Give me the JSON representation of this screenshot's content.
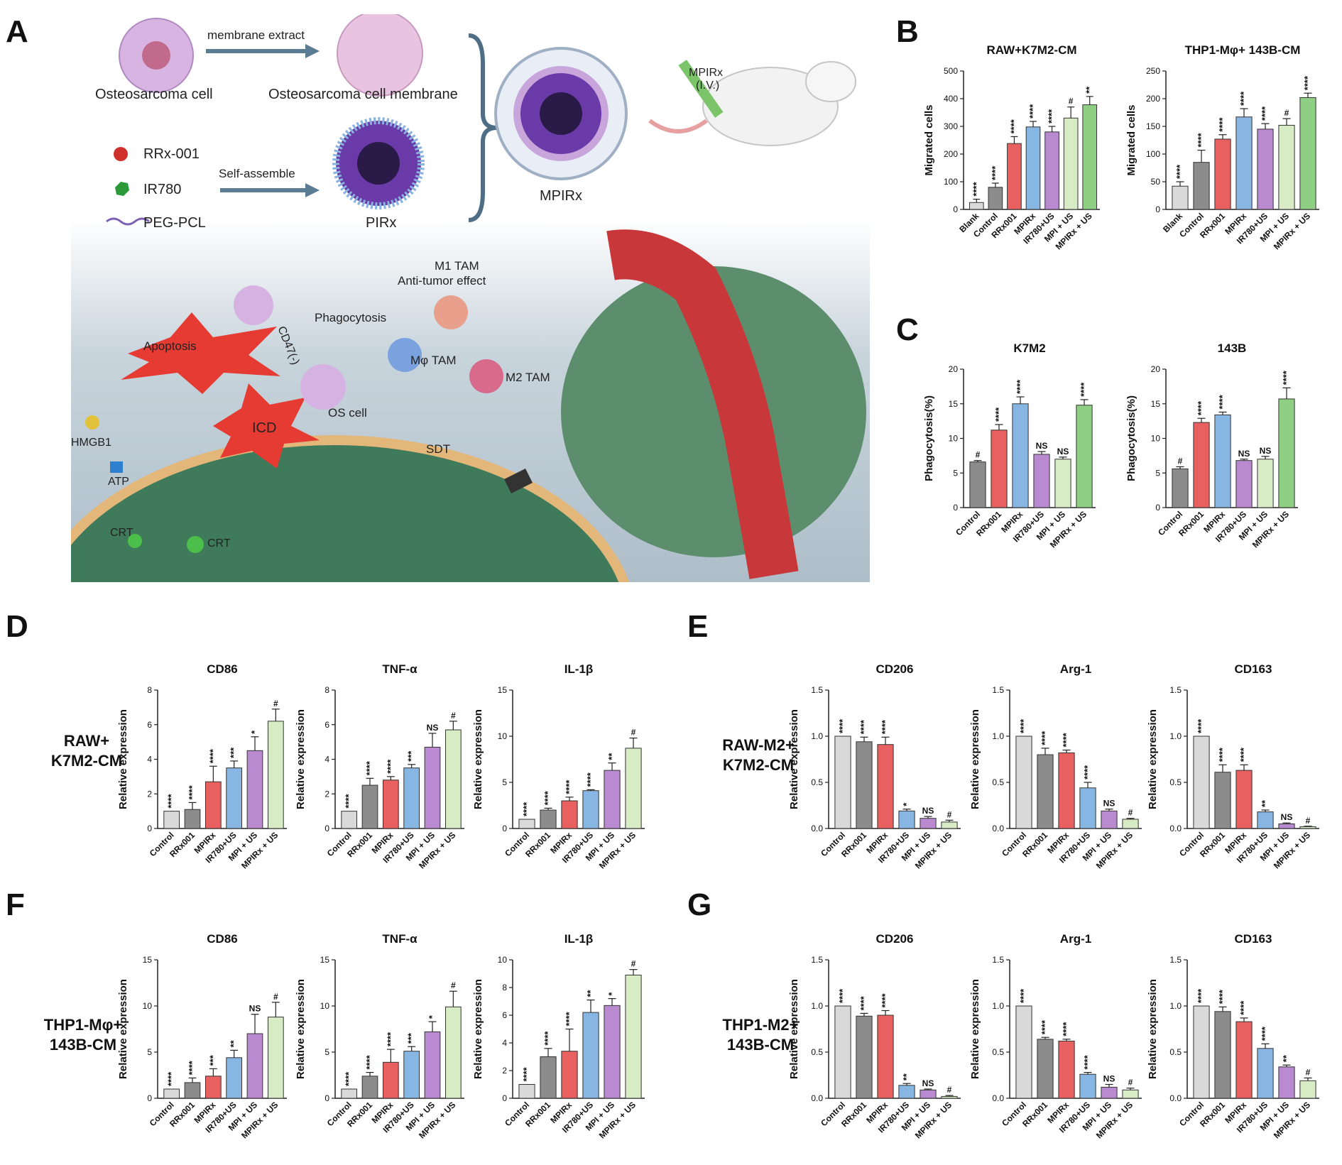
{
  "panels": {
    "A": "A",
    "B": "B",
    "C": "C",
    "D": "D",
    "E": "E",
    "F": "F",
    "G": "G"
  },
  "row_labels": {
    "D": [
      "RAW+",
      "K7M2-CM"
    ],
    "E": [
      "RAW-M2+",
      "K7M2-CM"
    ],
    "F": [
      "THP1-Mφ+",
      "143B-CM"
    ],
    "G": [
      "THP1-M2+",
      "143B-CM"
    ]
  },
  "illustration": {
    "osteosarcoma_cell": "Osteosarcoma cell",
    "membrane_extract": "membrane extract",
    "osteosarcoma_membrane": "Osteosarcoma cell membrane",
    "rrx001": "RRx-001",
    "ir780": "IR780",
    "pegpcl": "PEG-PCL",
    "self_assemble": "Self-assemble",
    "pirx": "PIRx",
    "mpirx": "MPIRx",
    "mpirx_iv": "MPIRx",
    "iv": "(I.V.)",
    "m1_tam": "M1 TAM",
    "anti_tumor": "Anti-tumor effect",
    "phagocytosis": "Phagocytosis",
    "cd47": "CD47(-)",
    "apoptosis": "Apoptosis",
    "mphi_tam": "Mφ TAM",
    "m2_tam": "M2 TAM",
    "icd": "ICD",
    "os_cell": "OS cell",
    "hmgb1": "HMGB1",
    "atp": "ATP",
    "sdt": "SDT",
    "crt1": "CRT",
    "crt2": "CRT"
  },
  "colors": {
    "lightgray": "#d9d9d9",
    "gray": "#8c8c8c",
    "red": "#e8605f",
    "blue": "#88b6e2",
    "purple": "#b98ad0",
    "lightgreen": "#d7ebc4",
    "green": "#8fcf84"
  },
  "chart_data": [
    {
      "id": "B1",
      "type": "bar",
      "title": "RAW+K7M2-CM",
      "ylabel": "Migrated cells",
      "ylim": [
        0,
        500
      ],
      "yticks": [
        0,
        100,
        200,
        300,
        400,
        500
      ],
      "categories": [
        "Blank",
        "Control",
        "RRx001",
        "MPIRx",
        "IR780+US",
        "MPI + US",
        "MPIRx + US"
      ],
      "values": [
        25,
        80,
        238,
        298,
        280,
        330,
        378
      ],
      "errors": [
        12,
        15,
        25,
        20,
        20,
        40,
        30
      ],
      "annotations": [
        "****",
        "****",
        "****",
        "****",
        "****",
        "#",
        "**"
      ],
      "colors": [
        "lightgray",
        "gray",
        "red",
        "blue",
        "purple",
        "lightgreen",
        "green"
      ]
    },
    {
      "id": "B2",
      "type": "bar",
      "title": "THP1-Mφ+ 143B-CM",
      "ylabel": "Migrated cells",
      "ylim": [
        0,
        250
      ],
      "yticks": [
        0,
        50,
        100,
        150,
        200,
        250
      ],
      "categories": [
        "Blank",
        "Control",
        "RRx001",
        "MPIRx",
        "IR780+US",
        "MPI + US",
        "MPIRx + US"
      ],
      "values": [
        42,
        85,
        127,
        167,
        145,
        152,
        202
      ],
      "errors": [
        8,
        22,
        8,
        15,
        10,
        12,
        8
      ],
      "annotations": [
        "****",
        "****",
        "****",
        "****",
        "****",
        "#",
        "****"
      ],
      "colors": [
        "lightgray",
        "gray",
        "red",
        "blue",
        "purple",
        "lightgreen",
        "green"
      ]
    },
    {
      "id": "C1",
      "type": "bar",
      "title": "K7M2",
      "ylabel": "Phagocytosis(%)",
      "ylim": [
        0,
        20
      ],
      "yticks": [
        0,
        5,
        10,
        15,
        20
      ],
      "categories": [
        "Control",
        "RRx001",
        "MPIRx",
        "IR780+US",
        "MPI + US",
        "MPIRx + US"
      ],
      "values": [
        6.6,
        11.2,
        15.0,
        7.7,
        7.0,
        14.8
      ],
      "errors": [
        0.2,
        0.8,
        1.0,
        0.4,
        0.3,
        0.8
      ],
      "annotations": [
        "#",
        "****",
        "****",
        "NS",
        "NS",
        "****"
      ],
      "colors": [
        "gray",
        "red",
        "blue",
        "purple",
        "lightgreen",
        "green"
      ]
    },
    {
      "id": "C2",
      "type": "bar",
      "title": "143B",
      "ylabel": "Phagocytosis(%)",
      "ylim": [
        0,
        20
      ],
      "yticks": [
        0,
        5,
        10,
        15,
        20
      ],
      "categories": [
        "Control",
        "RRx001",
        "MPIRx",
        "IR780+US",
        "MPI + US",
        "MPIRx + US"
      ],
      "values": [
        5.6,
        12.3,
        13.4,
        6.8,
        7.0,
        15.7
      ],
      "errors": [
        0.3,
        0.6,
        0.4,
        0.2,
        0.4,
        1.6
      ],
      "annotations": [
        "#",
        "****",
        "****",
        "NS",
        "NS",
        "****"
      ],
      "colors": [
        "gray",
        "red",
        "blue",
        "purple",
        "lightgreen",
        "green"
      ]
    },
    {
      "id": "D1",
      "type": "bar",
      "title": "CD86",
      "ylabel": "Relative expression",
      "ylim": [
        0,
        8
      ],
      "yticks": [
        0,
        2,
        4,
        6,
        8
      ],
      "categories": [
        "Control",
        "RRx001",
        "MPIRx",
        "IR780+US",
        "MPI + US",
        "MPIRx + US"
      ],
      "values": [
        1.0,
        1.1,
        2.7,
        3.5,
        4.5,
        6.2
      ],
      "errors": [
        0,
        0.4,
        0.9,
        0.4,
        0.8,
        0.7
      ],
      "annotations": [
        "****",
        "****",
        "****",
        "***",
        "*",
        "#"
      ],
      "colors": [
        "lightgray",
        "gray",
        "red",
        "blue",
        "purple",
        "lightgreen"
      ]
    },
    {
      "id": "D2",
      "type": "bar",
      "title": "TNF-α",
      "ylabel": "Relative expression",
      "ylim": [
        0,
        8
      ],
      "yticks": [
        0,
        2,
        4,
        6,
        8
      ],
      "categories": [
        "Control",
        "RRx001",
        "MPIRx",
        "IR780+US",
        "MPI + US",
        "MPIRx + US"
      ],
      "values": [
        1.0,
        2.5,
        2.8,
        3.5,
        4.7,
        5.7
      ],
      "errors": [
        0,
        0.4,
        0.2,
        0.2,
        0.8,
        0.5
      ],
      "annotations": [
        "****",
        "****",
        "****",
        "***",
        "NS",
        "#"
      ],
      "colors": [
        "lightgray",
        "gray",
        "red",
        "blue",
        "purple",
        "lightgreen"
      ]
    },
    {
      "id": "D3",
      "type": "bar",
      "title": "IL-1β",
      "ylabel": "Relative expression",
      "ylim": [
        0,
        15
      ],
      "yticks": [
        0,
        5,
        10,
        15
      ],
      "categories": [
        "Control",
        "RRx001",
        "MPIRx",
        "IR780+US",
        "MPI + US",
        "MPIRx + US"
      ],
      "values": [
        1.0,
        2.0,
        3.0,
        4.1,
        6.3,
        8.7
      ],
      "errors": [
        0,
        0.2,
        0.4,
        0.1,
        0.8,
        1.1
      ],
      "annotations": [
        "****",
        "****",
        "****",
        "****",
        "**",
        "#"
      ],
      "colors": [
        "lightgray",
        "gray",
        "red",
        "blue",
        "purple",
        "lightgreen"
      ]
    },
    {
      "id": "E1",
      "type": "bar",
      "title": "CD206",
      "ylabel": "Relative expression",
      "ylim": [
        0,
        1.5
      ],
      "yticks": [
        "0.0",
        "0.5",
        "1.0",
        "1.5"
      ],
      "categories": [
        "Control",
        "RRx001",
        "MPIRx",
        "IR780+US",
        "MPI + US",
        "MPIRx + US"
      ],
      "values": [
        1.0,
        0.94,
        0.91,
        0.19,
        0.11,
        0.07
      ],
      "errors": [
        0,
        0.05,
        0.08,
        0.02,
        0.02,
        0.02
      ],
      "annotations": [
        "****",
        "****",
        "****",
        "*",
        "NS",
        "#"
      ],
      "colors": [
        "lightgray",
        "gray",
        "red",
        "blue",
        "purple",
        "lightgreen"
      ]
    },
    {
      "id": "E2",
      "type": "bar",
      "title": "Arg-1",
      "ylabel": "Relative expression",
      "ylim": [
        0,
        1.5
      ],
      "yticks": [
        "0.0",
        "0.5",
        "1.0",
        "1.5"
      ],
      "categories": [
        "Control",
        "RRx001",
        "MPIRx",
        "IR780+US",
        "MPI + US",
        "MPIRx + US"
      ],
      "values": [
        1.0,
        0.8,
        0.82,
        0.44,
        0.19,
        0.1
      ],
      "errors": [
        0,
        0.07,
        0.03,
        0.06,
        0.02,
        0.01
      ],
      "annotations": [
        "****",
        "****",
        "****",
        "****",
        "NS",
        "#"
      ],
      "colors": [
        "lightgray",
        "gray",
        "red",
        "blue",
        "purple",
        "lightgreen"
      ]
    },
    {
      "id": "E3",
      "type": "bar",
      "title": "CD163",
      "ylabel": "Relative expression",
      "ylim": [
        0,
        1.5
      ],
      "yticks": [
        "0.0",
        "0.5",
        "1.0",
        "1.5"
      ],
      "categories": [
        "Control",
        "RRx001",
        "MPIRx",
        "IR780+US",
        "MPI + US",
        "MPIRx + US"
      ],
      "values": [
        1.0,
        0.61,
        0.63,
        0.18,
        0.05,
        0.02
      ],
      "errors": [
        0,
        0.08,
        0.06,
        0.02,
        0.01,
        0.005
      ],
      "annotations": [
        "****",
        "****",
        "****",
        "**",
        "NS",
        "#"
      ],
      "colors": [
        "lightgray",
        "gray",
        "red",
        "blue",
        "purple",
        "lightgreen"
      ]
    },
    {
      "id": "F1",
      "type": "bar",
      "title": "CD86",
      "ylabel": "Relative expression",
      "ylim": [
        0,
        15
      ],
      "yticks": [
        0,
        5,
        10,
        15
      ],
      "categories": [
        "Control",
        "RRx001",
        "MPIRx",
        "IR780+US",
        "MPI + US",
        "MPIRx + US"
      ],
      "values": [
        1.0,
        1.7,
        2.4,
        4.4,
        7.0,
        8.8
      ],
      "errors": [
        0,
        0.5,
        0.8,
        0.8,
        2.1,
        1.6
      ],
      "annotations": [
        "****",
        "****",
        "***",
        "**",
        "NS",
        "#"
      ],
      "colors": [
        "lightgray",
        "gray",
        "red",
        "blue",
        "purple",
        "lightgreen"
      ]
    },
    {
      "id": "F2",
      "type": "bar",
      "title": "TNF-α",
      "ylabel": "Relative expression",
      "ylim": [
        0,
        15
      ],
      "yticks": [
        0,
        5,
        10,
        15
      ],
      "categories": [
        "Control",
        "RRx001",
        "MPIRx",
        "IR780+US",
        "MPI + US",
        "MPIRx + US"
      ],
      "values": [
        1.0,
        2.4,
        3.9,
        5.1,
        7.2,
        9.9
      ],
      "errors": [
        0,
        0.4,
        1.4,
        0.5,
        1.1,
        1.7
      ],
      "annotations": [
        "****",
        "****",
        "****",
        "***",
        "*",
        "#"
      ],
      "colors": [
        "lightgray",
        "gray",
        "red",
        "blue",
        "purple",
        "lightgreen"
      ]
    },
    {
      "id": "F3",
      "type": "bar",
      "title": "IL-1β",
      "ylabel": "Relative expression",
      "ylim": [
        0,
        10
      ],
      "yticks": [
        0,
        2,
        4,
        6,
        8,
        10
      ],
      "categories": [
        "Control",
        "RRx001",
        "MPIRx",
        "IR780+US",
        "MPI + US",
        "MPIRx + US"
      ],
      "values": [
        1.0,
        3.0,
        3.4,
        6.2,
        6.7,
        8.9
      ],
      "errors": [
        0,
        0.6,
        1.6,
        0.9,
        0.5,
        0.4
      ],
      "annotations": [
        "****",
        "****",
        "****",
        "**",
        "*",
        "#"
      ],
      "colors": [
        "lightgray",
        "gray",
        "red",
        "blue",
        "purple",
        "lightgreen"
      ]
    },
    {
      "id": "G1",
      "type": "bar",
      "title": "CD206",
      "ylabel": "Relative expression",
      "ylim": [
        0,
        1.5
      ],
      "yticks": [
        "0.0",
        "0.5",
        "1.0",
        "1.5"
      ],
      "categories": [
        "Control",
        "RRx001",
        "MPIRx",
        "IR780+US",
        "MPI + US",
        "MPIRx + US"
      ],
      "values": [
        1.0,
        0.89,
        0.9,
        0.14,
        0.09,
        0.02
      ],
      "errors": [
        0,
        0.03,
        0.05,
        0.02,
        0.01,
        0.01
      ],
      "annotations": [
        "****",
        "****",
        "****",
        "**",
        "NS",
        "#"
      ],
      "colors": [
        "lightgray",
        "gray",
        "red",
        "blue",
        "purple",
        "lightgreen"
      ]
    },
    {
      "id": "G2",
      "type": "bar",
      "title": "Arg-1",
      "ylabel": "Relative expression",
      "ylim": [
        0,
        1.5
      ],
      "yticks": [
        "0.0",
        "0.5",
        "1.0",
        "1.5"
      ],
      "categories": [
        "Control",
        "RRx001",
        "MPIRx",
        "IR780+US",
        "MPI + US",
        "MPIRx + US"
      ],
      "values": [
        1.0,
        0.64,
        0.62,
        0.26,
        0.12,
        0.09
      ],
      "errors": [
        0,
        0.02,
        0.02,
        0.02,
        0.03,
        0.02
      ],
      "annotations": [
        "****",
        "****",
        "****",
        "****",
        "NS",
        "#"
      ],
      "colors": [
        "lightgray",
        "gray",
        "red",
        "blue",
        "purple",
        "lightgreen"
      ]
    },
    {
      "id": "G3",
      "type": "bar",
      "title": "CD163",
      "ylabel": "Relative expression",
      "ylim": [
        0,
        1.5
      ],
      "yticks": [
        "0.0",
        "0.5",
        "1.0",
        "1.5"
      ],
      "categories": [
        "Control",
        "RRx001",
        "MPIRx",
        "IR780+US",
        "MPI + US",
        "MPIRx + US"
      ],
      "values": [
        1.0,
        0.94,
        0.83,
        0.54,
        0.34,
        0.19
      ],
      "errors": [
        0,
        0.05,
        0.04,
        0.05,
        0.02,
        0.03
      ],
      "annotations": [
        "****",
        "****",
        "****",
        "****",
        "**",
        "#"
      ],
      "colors": [
        "lightgray",
        "gray",
        "red",
        "blue",
        "purple",
        "lightgreen"
      ]
    }
  ]
}
